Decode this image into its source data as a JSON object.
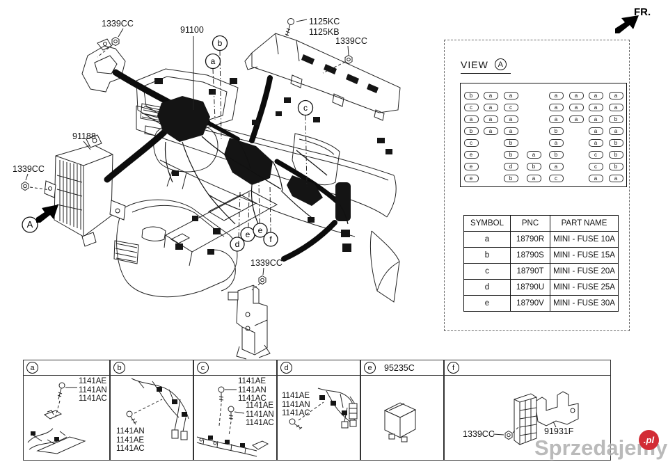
{
  "fr": {
    "label": "FR."
  },
  "diagram": {
    "labels": {
      "nut_top_left": "1339CC",
      "main_harness": "91100",
      "bolt_line1": "1125KC",
      "bolt_line2": "1125KB",
      "nut_top_mid": "1339CC",
      "junction_box": "91188",
      "nut_left": "1339CC",
      "nut_bottom": "1339CC"
    },
    "circles": {
      "a": "a",
      "b": "b",
      "c": "c",
      "d": "d",
      "e1": "e",
      "e2": "e",
      "f": "f",
      "view": "A"
    }
  },
  "view_a": {
    "title": "VIEW",
    "marker": "A",
    "fuse_rows": [
      [
        {
          "c": 0,
          "s": "b"
        },
        {
          "c": 1,
          "s": "a"
        },
        {
          "c": 2,
          "s": "a"
        },
        {
          "c": 4,
          "s": "a"
        },
        {
          "c": 5,
          "s": "a"
        },
        {
          "c": 6,
          "s": "a"
        },
        {
          "c": 7,
          "s": "a"
        }
      ],
      [
        {
          "c": 0,
          "s": "c"
        },
        {
          "c": 1,
          "s": "a"
        },
        {
          "c": 2,
          "s": "c"
        },
        {
          "c": 4,
          "s": "a"
        },
        {
          "c": 5,
          "s": "a"
        },
        {
          "c": 6,
          "s": "a"
        },
        {
          "c": 7,
          "s": "a"
        }
      ],
      [
        {
          "c": 0,
          "s": "a"
        },
        {
          "c": 1,
          "s": "a"
        },
        {
          "c": 2,
          "s": "a"
        },
        {
          "c": 4,
          "s": "a"
        },
        {
          "c": 5,
          "s": "a"
        },
        {
          "c": 6,
          "s": "a"
        },
        {
          "c": 7,
          "s": "b"
        }
      ],
      [
        {
          "c": 0,
          "s": "b"
        },
        {
          "c": 1,
          "s": "a"
        },
        {
          "c": 2,
          "s": "a"
        },
        {
          "c": 4,
          "s": "b"
        },
        {
          "c": 6,
          "s": "a"
        },
        {
          "c": 7,
          "s": "a"
        }
      ],
      [
        {
          "c": 0,
          "s": "c"
        },
        {
          "c": 2,
          "s": "b"
        },
        {
          "c": 4,
          "s": "a"
        },
        {
          "c": 6,
          "s": "a"
        },
        {
          "c": 7,
          "s": "b"
        }
      ],
      [
        {
          "c": 0,
          "s": "e"
        },
        {
          "c": 2,
          "s": "b"
        },
        {
          "c": 3,
          "s": "a"
        },
        {
          "c": 4,
          "s": "b"
        },
        {
          "c": 6,
          "s": "c"
        },
        {
          "c": 7,
          "s": "b"
        }
      ],
      [
        {
          "c": 0,
          "s": "e"
        },
        {
          "c": 2,
          "s": "d"
        },
        {
          "c": 3,
          "s": "b"
        },
        {
          "c": 4,
          "s": "a"
        },
        {
          "c": 6,
          "s": "c"
        },
        {
          "c": 7,
          "s": "b"
        }
      ],
      [
        {
          "c": 0,
          "s": "e"
        },
        {
          "c": 2,
          "s": "b"
        },
        {
          "c": 3,
          "s": "a"
        },
        {
          "c": 4,
          "s": "c"
        },
        {
          "c": 6,
          "s": "a"
        },
        {
          "c": 7,
          "s": "a"
        }
      ]
    ]
  },
  "fuse_table": {
    "headers": [
      "SYMBOL",
      "PNC",
      "PART NAME"
    ],
    "rows": [
      [
        "a",
        "18790R",
        "MINI - FUSE 10A"
      ],
      [
        "b",
        "18790S",
        "MINI - FUSE 15A"
      ],
      [
        "c",
        "18790T",
        "MINI - FUSE 20A"
      ],
      [
        "d",
        "18790U",
        "MINI - FUSE 25A"
      ],
      [
        "e",
        "18790V",
        "MINI - FUSE 30A"
      ]
    ]
  },
  "panels": {
    "a": {
      "badge": "a",
      "group1": [
        "1141AE",
        "1141AN",
        "1141AC"
      ]
    },
    "b": {
      "badge": "b",
      "group1": [
        "1141AN",
        "1141AE",
        "1141AC"
      ]
    },
    "c": {
      "badge": "c",
      "group1": [
        "1141AE",
        "1141AN",
        "1141AC"
      ],
      "group2": [
        "1141AE",
        "1141AN",
        "1141AC"
      ]
    },
    "d": {
      "badge": "d",
      "group1": [
        "1141AE",
        "1141AN",
        "1141AC"
      ]
    },
    "e": {
      "badge": "e",
      "part": "95235C"
    },
    "f": {
      "badge": "f",
      "nut": "1339CC",
      "bracket": "91931F"
    }
  },
  "watermark": {
    "text": "Sprzedajemy",
    "suffix": ".pl",
    "text_color": "#919191",
    "badge_color": "#d22c35"
  }
}
